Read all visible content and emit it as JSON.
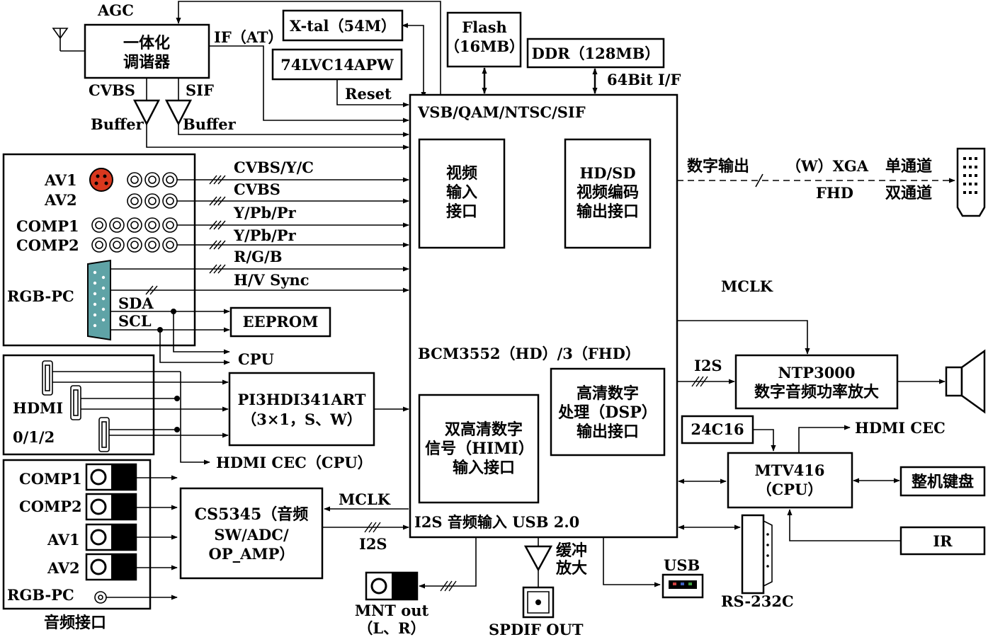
{
  "tuner": {
    "agc": "AGC",
    "line1": "一体化",
    "line2": "调谐器",
    "if": "IF（AT）",
    "cvbs": "CVBS",
    "sif": "SIF",
    "buffer1": "Buffer",
    "buffer2": "Buffer"
  },
  "xtal": "X-tal（54M）",
  "buffer_ic": "74LVC14APW",
  "reset": "Reset",
  "flash": {
    "l1": "Flash",
    "l2": "（16MB）"
  },
  "ddr": "DDR（128MB）",
  "ddr_if": "64Bit I/F",
  "inputs": {
    "av1": "AV1",
    "av2": "AV2",
    "comp1": "COMP1",
    "comp2": "COMP2",
    "rgbpc": "RGB-PC",
    "sda": "SDA",
    "scl": "SCL"
  },
  "signals": {
    "s1": "CVBS/Y/C",
    "s2": "CVBS",
    "s3": "Y/Pb/Pr",
    "s4": "Y/Pb/Pr",
    "s5": "R/G/B",
    "s6": "H/V Sync"
  },
  "eeprom": "EEPROM",
  "cpu": "CPU",
  "hdmi": {
    "label": "HDMI",
    "ports": "0/1/2",
    "switch1": "PI3HDI341ART",
    "switch2": "（3×1，S、W）",
    "cec": "HDMI CEC（CPU）"
  },
  "soc": {
    "top": "VSB/QAM/NTSC/SIF",
    "vin": [
      "视频",
      "输入",
      "接口"
    ],
    "venc": [
      "HD/SD",
      "视频编码",
      "输出接口"
    ],
    "name": "BCM3552（HD）/3（FHD）",
    "dsp": [
      "高清数字",
      "处理（DSP）",
      "输出接口"
    ],
    "hdmi_in": [
      "双高清数字",
      "信号（HIMI）",
      "输入接口"
    ],
    "bottom": "I2S 音频输入 USB 2.0"
  },
  "digital_out": {
    "label": "数字输出",
    "xga": "（W）XGA",
    "fhd": "FHD",
    "single": "单通道",
    "dual": "双通道"
  },
  "mclk1": "MCLK",
  "i2s1": "I2S",
  "amp": {
    "l1": "NTP3000",
    "l2": "数字音频功率放大"
  },
  "eeprom2": "24C16",
  "mcu": {
    "l1": "MTV416",
    "l2": "（CPU）"
  },
  "hdmi_cec": "HDMI CEC",
  "keyboard": "整机键盘",
  "ir": "IR",
  "rs232": "RS-232C",
  "usb": "USB",
  "audio": {
    "comp1": "COMP1",
    "comp2": "COMP2",
    "av1": "AV1",
    "av2": "AV2",
    "rgbpc": "RGB-PC",
    "title": "音频接口"
  },
  "codec": {
    "l1": "CS5345（音频",
    "l2": "SW/ADC/",
    "l3": "OP_AMP）"
  },
  "mclk2": "MCLK",
  "i2s2": "I2S",
  "mnt": {
    "l1": "MNT out",
    "l2": "（L、R）"
  },
  "spdif": {
    "buf1": "缓冲",
    "buf2": "放大",
    "label": "SPDIF OUT"
  }
}
